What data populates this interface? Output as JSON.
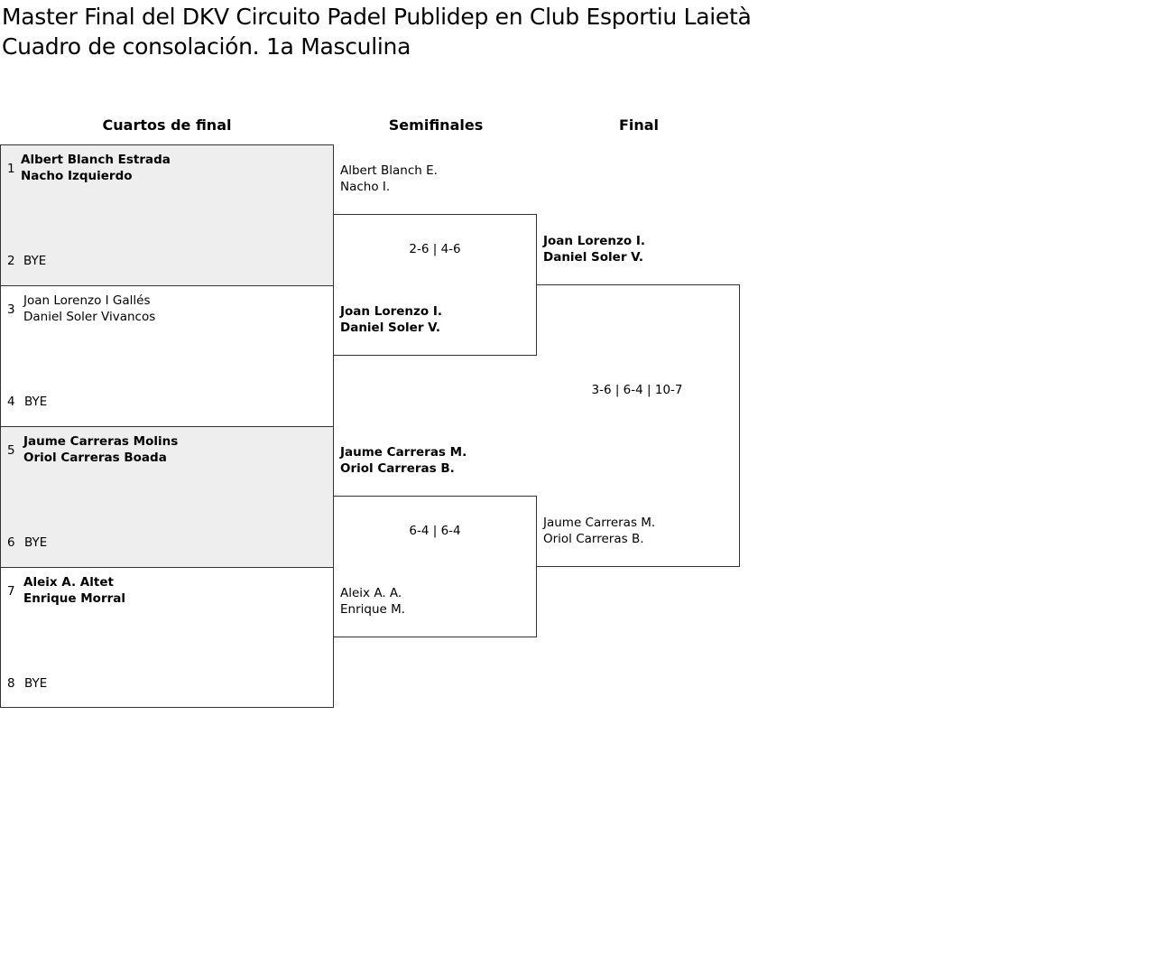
{
  "title_line1": "Master Final del DKV Circuito Padel Publidep en Club Esportiu Laietà",
  "title_line2": "Cuadro de consolación. 1a Masculina",
  "rounds": [
    "Cuartos de final",
    "Semifinales",
    "Final"
  ],
  "quarterfinals": [
    {
      "seed_a": "1",
      "a1": "Albert Blanch Estrada",
      "a2": "Nacho Izquierdo",
      "seed_b": "2",
      "b": "BYE"
    },
    {
      "seed_a": "3",
      "a1": "Joan Lorenzo I Gallés",
      "a2": "Daniel Soler Vivancos",
      "seed_b": "4",
      "b": "BYE"
    },
    {
      "seed_a": "5",
      "a1": "Jaume Carreras Molins",
      "a2": "Oriol Carreras Boada",
      "seed_b": "6",
      "b": "BYE"
    },
    {
      "seed_a": "7",
      "a1": "Aleix A. Altet",
      "a2": "Enrique Morral",
      "seed_b": "8",
      "b": "BYE"
    }
  ],
  "semifinals": [
    {
      "top1": "Albert Blanch E.",
      "top2": "Nacho I.",
      "score": "2-6 | 4-6",
      "bot1": "Joan Lorenzo I.",
      "bot2": "Daniel Soler V."
    },
    {
      "top1": "Jaume Carreras M.",
      "top2": "Oriol Carreras B.",
      "score": "6-4 | 6-4",
      "bot1": "Aleix A. A.",
      "bot2": "Enrique M."
    }
  ],
  "final": {
    "top1": "Joan Lorenzo I.",
    "top2": "Daniel Soler V.",
    "score": "3-6 | 6-4 | 10-7",
    "bot1": "Jaume Carreras M.",
    "bot2": "Oriol Carreras B."
  }
}
